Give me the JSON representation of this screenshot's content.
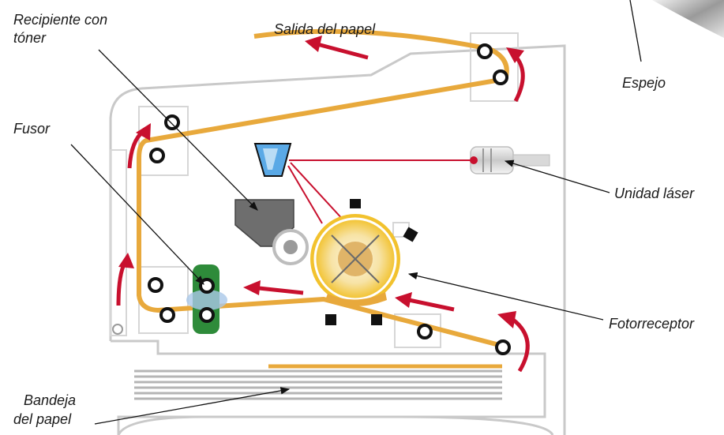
{
  "labels": {
    "toner": [
      "Recipiente con",
      "tóner"
    ],
    "paper_exit": "Salida del papel",
    "mirror": "Espejo",
    "fuser": "Fusor",
    "laser_unit": "Unidad láser",
    "photoreceptor": "Fotorreceptor",
    "paper_tray": [
      "Bandeja",
      "del papel"
    ]
  },
  "colors": {
    "paper_path": "#e8a93c",
    "arrow": "#c8102e",
    "laser_beam": "#c8102e",
    "housing": "#c9c9c9",
    "fuser_green": "#2e8b3a",
    "drum": "#f2c22e",
    "toner": "#7a7a7a",
    "mirror": "#5aa9e6"
  }
}
